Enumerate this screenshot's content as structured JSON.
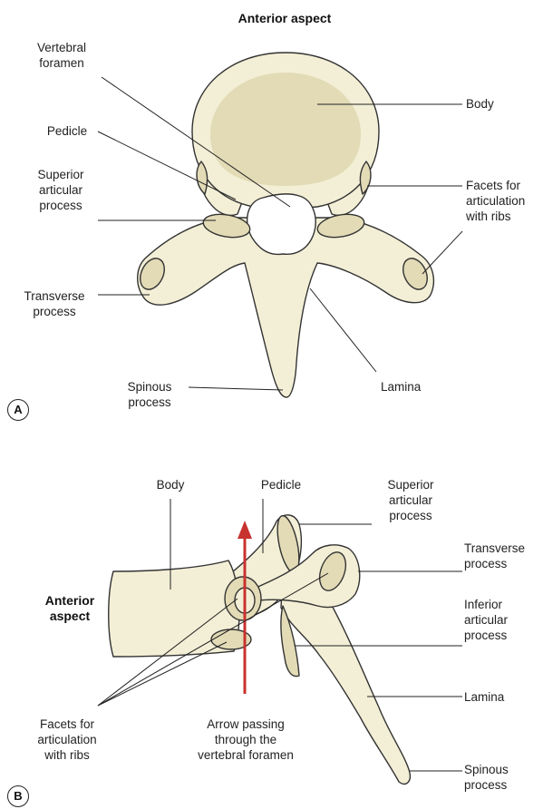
{
  "panel_a": {
    "letter": "A",
    "title": "Anterior aspect",
    "labels": {
      "vertebral_foramen": "Vertebral\nforamen",
      "pedicle": "Pedicle",
      "superior_articular_process": "Superior\narticular\nprocess",
      "transverse_process": "Transverse\nprocess",
      "spinous_process": "Spinous\nprocess",
      "body": "Body",
      "facets_for_ribs": "Facets for\narticulation\nwith ribs",
      "lamina": "Lamina"
    }
  },
  "panel_b": {
    "letter": "B",
    "anterior_aspect": "Anterior\naspect",
    "labels": {
      "body": "Body",
      "pedicle": "Pedicle",
      "superior_articular_process": "Superior\narticular\nprocess",
      "transverse_process": "Transverse\nprocess",
      "inferior_articular_process": "Inferior\narticular\nprocess",
      "lamina": "Lamina",
      "spinous_process": "Spinous\nprocess",
      "facets_for_ribs": "Facets for\narticulation\nwith ribs",
      "arrow_caption": "Arrow passing\nthrough the\nvertebral foramen"
    }
  },
  "colors": {
    "bone": "#f3efd6",
    "bone_shade": "#e2dbb6",
    "outline": "#333333",
    "arrow": "#c8322f"
  }
}
